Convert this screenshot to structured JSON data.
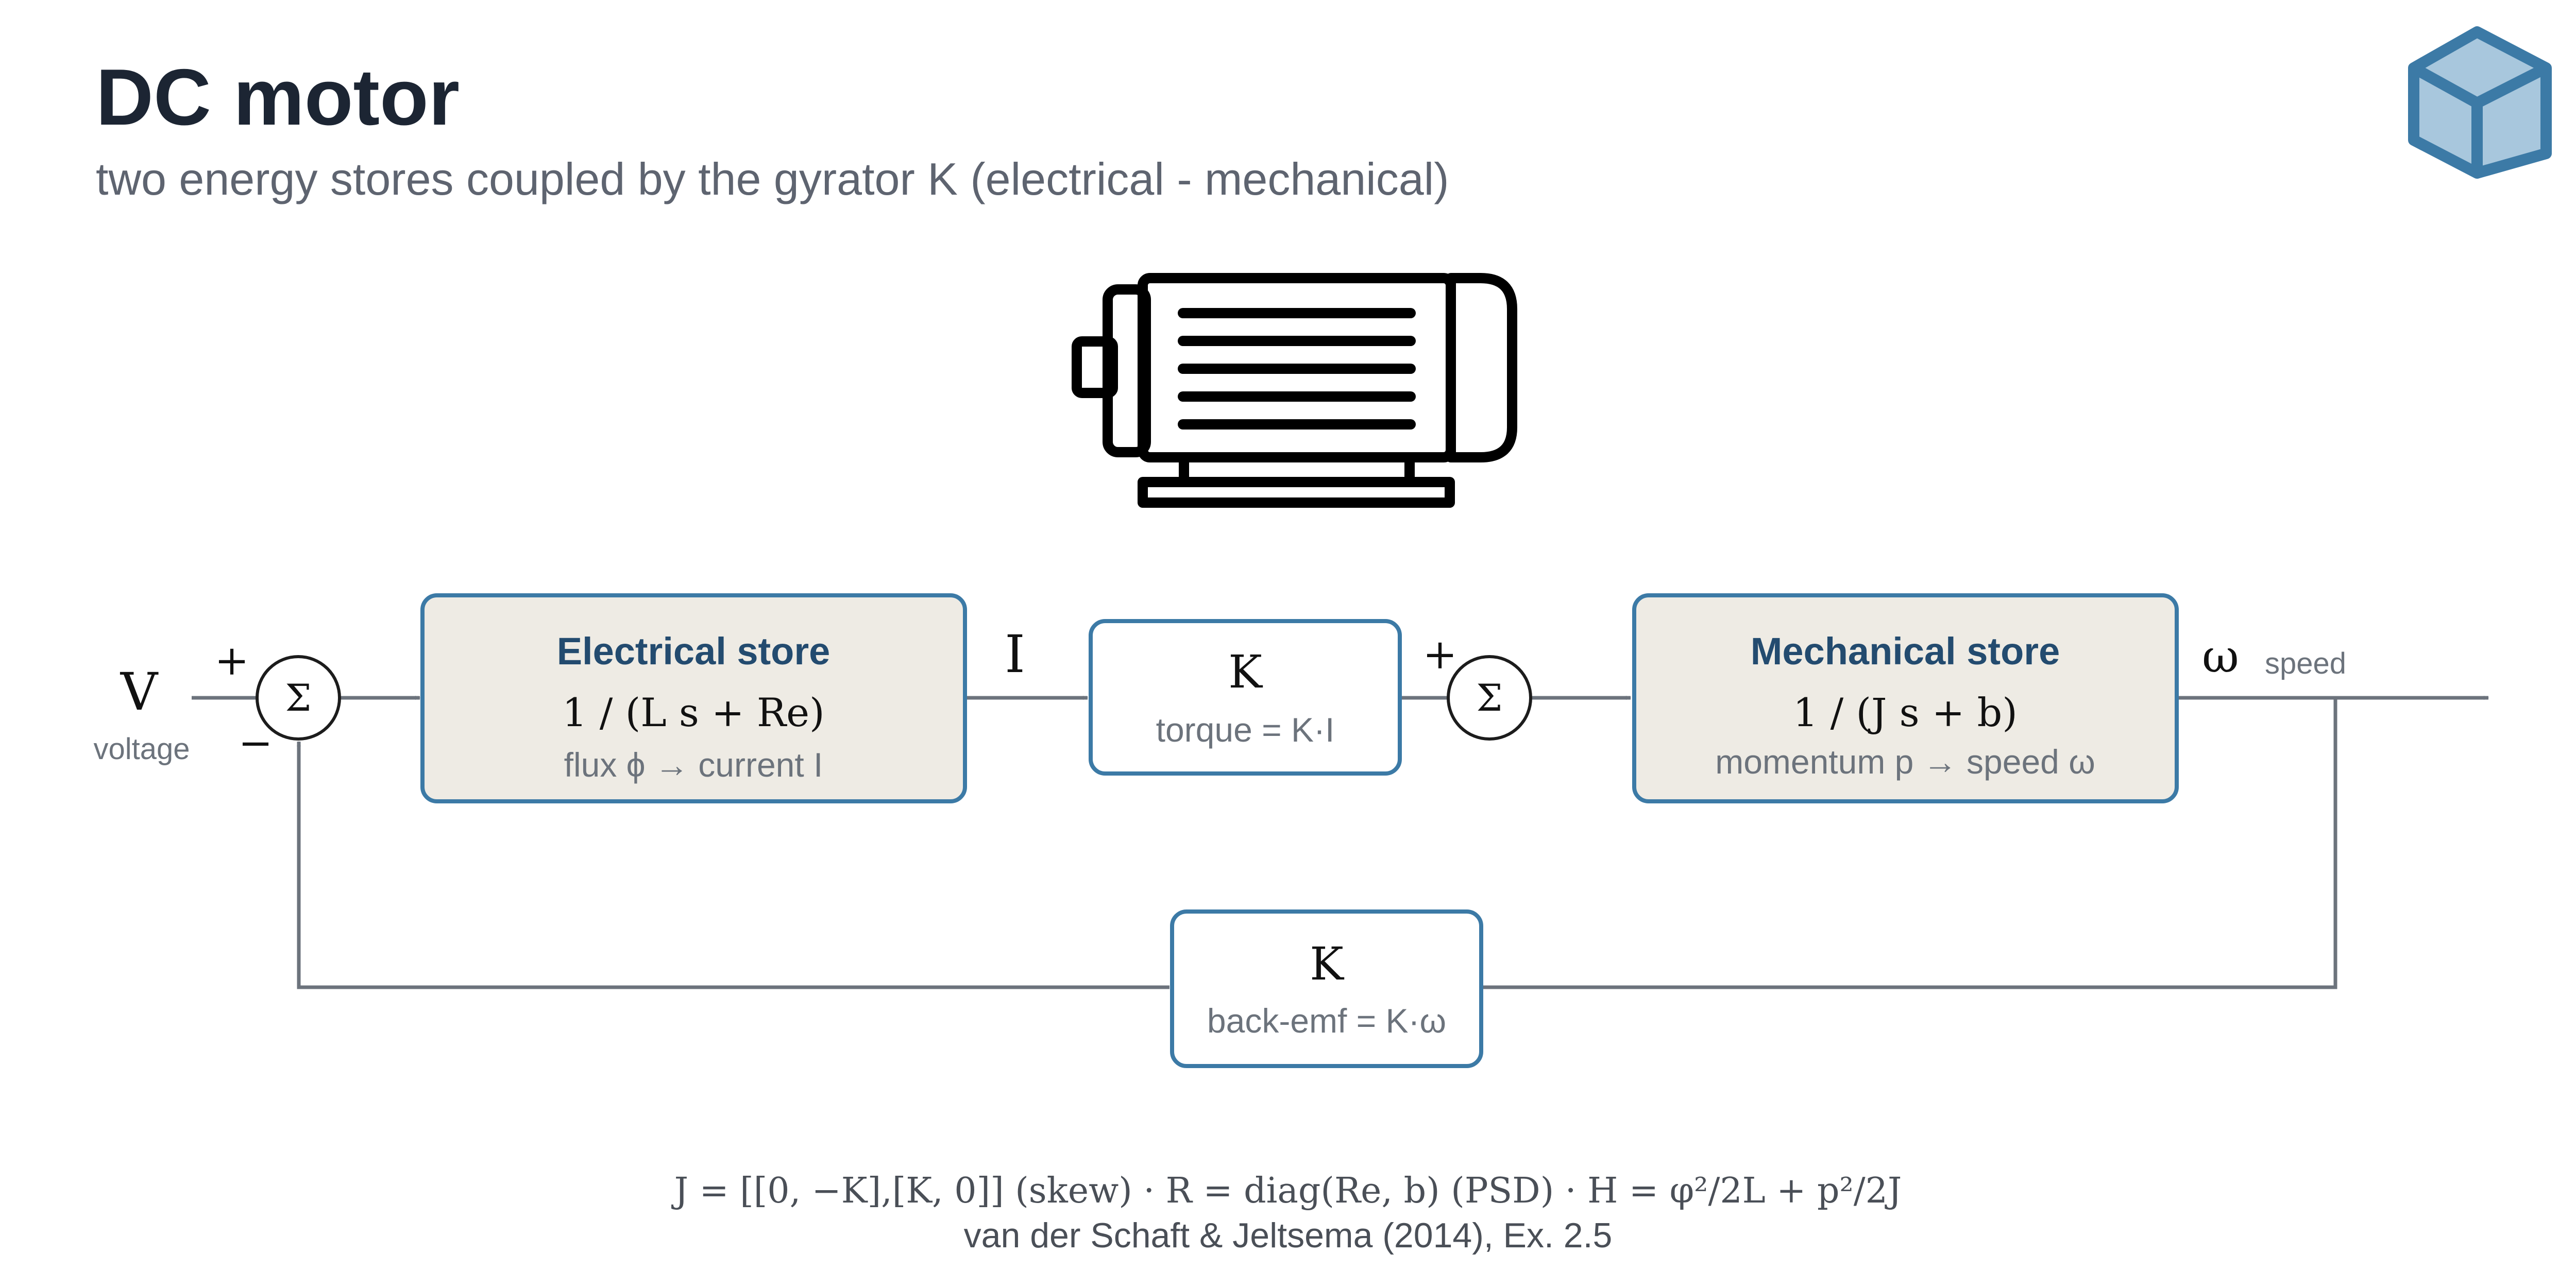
{
  "header": {
    "title": "DC motor",
    "subtitle": "two energy stores coupled by the gyrator K (electrical - mechanical)"
  },
  "icons": {
    "logo": "cube-logo-icon",
    "motor": "dc-motor-icon"
  },
  "colors": {
    "title": "#1c2533",
    "subtitle": "#5e6470",
    "store_fill": "#eeebe4",
    "block_border": "#3c7aa6",
    "store_title": "#234b6f",
    "wire": "#6c737c",
    "muted_text": "#6c737c",
    "logo_fill": "#a8c7dd",
    "logo_stroke": "#3c7aa6"
  },
  "diagram": {
    "input": {
      "symbol": "V",
      "label": "voltage"
    },
    "sum1": {
      "symbol": "Σ",
      "plus": "+",
      "minus": "−"
    },
    "electrical": {
      "title": "Electrical store",
      "transfer": "1 / (L s + Re)",
      "mapping": "flux ϕ → current I"
    },
    "current_label": "I",
    "gyrator_forward": {
      "gain": "K",
      "relation": "torque = K·I"
    },
    "sum2": {
      "symbol": "Σ",
      "plus": "+"
    },
    "mechanical": {
      "title": "Mechanical store",
      "transfer": "1 / (J s + b)",
      "mapping": "momentum p → speed ω"
    },
    "output": {
      "symbol": "ω",
      "label": "speed"
    },
    "feedback": {
      "gain": "K",
      "relation": "back-emf = K·ω"
    }
  },
  "footer": {
    "equation": "J = [[0, −K],[K, 0]] (skew) · R = diag(Re, b) (PSD) · H = φ²/2L + p²/2J",
    "reference": "van der Schaft & Jeltsema (2014), Ex. 2.5"
  }
}
